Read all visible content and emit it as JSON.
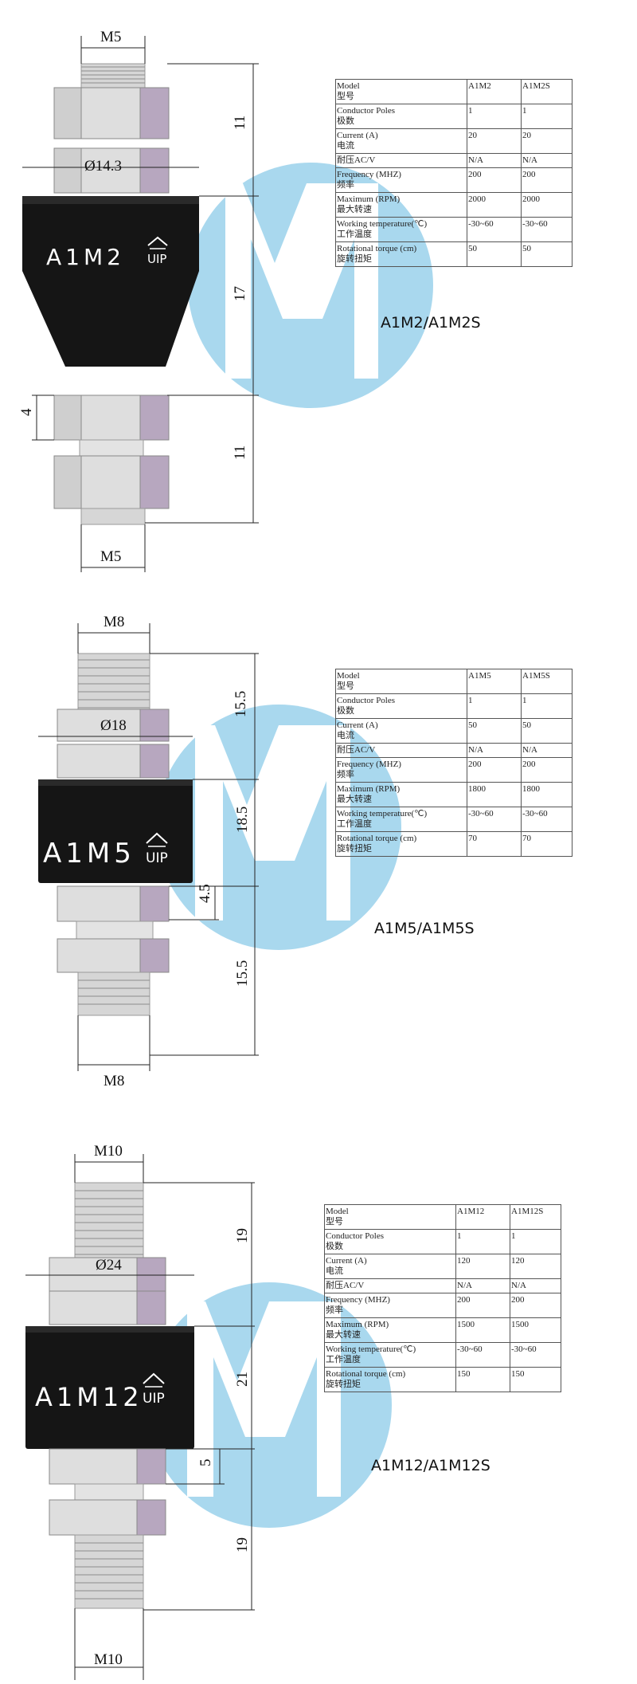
{
  "products": [
    {
      "body_label": "A1M2",
      "logo_text": "UIP",
      "dims": {
        "top_thread": "M5",
        "bottom_thread": "M5",
        "diameter": "Ø14.3",
        "upper_len": "11",
        "body_len": "17",
        "nut": "4",
        "lower_len": "11"
      },
      "table": {
        "header": {
          "label": "Model",
          "label_cn": "型号",
          "v1": "A1M2",
          "v2": "A1M2S"
        },
        "rows": [
          {
            "label": "Conductor Poles",
            "label_cn": "极数",
            "v1": "1",
            "v2": "1"
          },
          {
            "label": "Current (A)",
            "label_cn": "电流",
            "v1": "20",
            "v2": "20"
          },
          {
            "label": "耐压AC/V",
            "label_cn": "",
            "v1": "N/A",
            "v2": "N/A"
          },
          {
            "label": "Frequency (MHZ)",
            "label_cn": "频率",
            "v1": "200",
            "v2": "200"
          },
          {
            "label": "Maximum (RPM)",
            "label_cn": "最大转速",
            "v1": "2000",
            "v2": "2000"
          },
          {
            "label": "Working temperature(℃)",
            "label_cn": "工作温度",
            "v1": "-30~60",
            "v2": "-30~60"
          },
          {
            "label": "Rotational torque (cm)",
            "label_cn": "旋转扭矩",
            "v1": "50",
            "v2": "50"
          }
        ]
      },
      "caption": "A1M2/A1M2S"
    },
    {
      "body_label": "A1M5",
      "logo_text": "UIP",
      "dims": {
        "top_thread": "M8",
        "bottom_thread": "M8",
        "diameter": "Ø18",
        "upper_len": "15.5",
        "body_len": "18.5",
        "nut": "4.5",
        "lower_len": "15.5"
      },
      "table": {
        "header": {
          "label": "Model",
          "label_cn": "型号",
          "v1": "A1M5",
          "v2": "A1M5S"
        },
        "rows": [
          {
            "label": "Conductor Poles",
            "label_cn": "极数",
            "v1": "1",
            "v2": "1"
          },
          {
            "label": "Current (A)",
            "label_cn": "电流",
            "v1": "50",
            "v2": "50"
          },
          {
            "label": "耐压AC/V",
            "label_cn": "",
            "v1": "N/A",
            "v2": "N/A"
          },
          {
            "label": "Frequency (MHZ)",
            "label_cn": "频率",
            "v1": "200",
            "v2": "200"
          },
          {
            "label": "Maximum (RPM)",
            "label_cn": "最大转速",
            "v1": "1800",
            "v2": "1800"
          },
          {
            "label": "Working temperature(℃)",
            "label_cn": "工作温度",
            "v1": "-30~60",
            "v2": "-30~60"
          },
          {
            "label": "Rotational torque (cm)",
            "label_cn": "旋转扭矩",
            "v1": "70",
            "v2": "70"
          }
        ]
      },
      "caption": "A1M5/A1M5S"
    },
    {
      "body_label": "A1M12",
      "logo_text": "UIP",
      "dims": {
        "top_thread": "M10",
        "bottom_thread": "M10",
        "diameter": "Ø24",
        "upper_len": "19",
        "body_len": "21",
        "nut": "5",
        "lower_len": "19"
      },
      "table": {
        "header": {
          "label": "Model",
          "label_cn": "型号",
          "v1": "A1M12",
          "v2": "A1M12S"
        },
        "rows": [
          {
            "label": "Conductor Poles",
            "label_cn": "极数",
            "v1": "1",
            "v2": "1"
          },
          {
            "label": "Current (A)",
            "label_cn": "电流",
            "v1": "120",
            "v2": "120"
          },
          {
            "label": "耐压AC/V",
            "label_cn": "",
            "v1": "N/A",
            "v2": "N/A"
          },
          {
            "label": "Frequency (MHZ)",
            "label_cn": "频率",
            "v1": "200",
            "v2": "200"
          },
          {
            "label": "Maximum (RPM)",
            "label_cn": "最大转速",
            "v1": "1500",
            "v2": "1500"
          },
          {
            "label": "Working temperature(℃)",
            "label_cn": "工作温度",
            "v1": "-30~60",
            "v2": "-30~60"
          },
          {
            "label": "Rotational torque (cm)",
            "label_cn": "旋转扭矩",
            "v1": "150",
            "v2": "150"
          }
        ]
      },
      "caption": "A1M12/A1M12S"
    }
  ],
  "colors": {
    "watermark_circle": "#a9d8ee",
    "body": "#151515",
    "nut_light": "#d9d9d9",
    "nut_shade": "#b7a7bf"
  }
}
